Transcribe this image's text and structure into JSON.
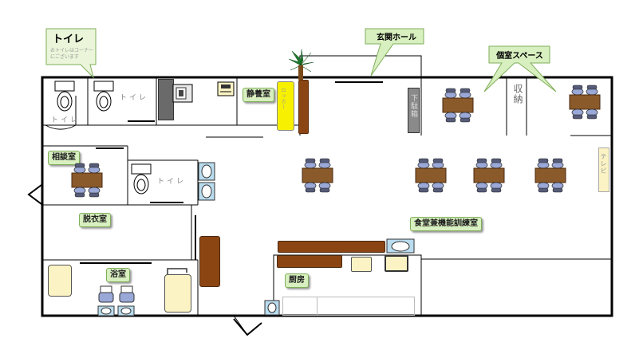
{
  "callouts": {
    "toilet_title": "トイレ",
    "toilet_note_line1": "おトイレはコーナー",
    "toilet_note_line2": "にございます",
    "genkan_hall": "玄関ホール",
    "private_space": "個室スペース"
  },
  "room_labels": {
    "rest_room": "静養室",
    "consult_room": "相談室",
    "dressing_room": "脱衣室",
    "bath_room": "浴室",
    "kitchen": "厨房",
    "dining_training": "食堂兼機能訓練室"
  },
  "fixtures": {
    "toilet_text": "トイレ",
    "storage": "収納",
    "tv": "テレビ",
    "shoe_rack": "下駄箱",
    "yellow_cabinet": "ロッカー"
  },
  "colors": {
    "wall": "#000000",
    "label_fill": "#d8efc0",
    "label_border": "#7fae5a",
    "table_brown": "#8b5a2b",
    "chair_blue": "#9aa8d8",
    "chair_dark": "#555b78",
    "sink_blue": "#b9dcef",
    "cream": "#fbf3c4",
    "yellow": "#f7f000",
    "plant_green": "#2e8b3a"
  },
  "icons": [
    "toilet-icon",
    "chair-icon",
    "table-icon",
    "sink-icon",
    "bathtub-icon",
    "potted-plant-icon",
    "door-swing-icon"
  ]
}
